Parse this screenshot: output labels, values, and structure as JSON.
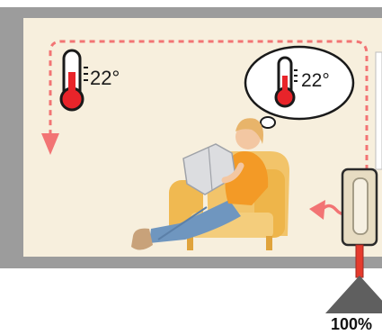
{
  "room_thermometer": {
    "label": "22°"
  },
  "thought_bubble": {
    "label": "22°"
  },
  "output_level": {
    "label": "100%"
  },
  "colors": {
    "wall": "#9c9c9c",
    "room_floor": "#f7efdd",
    "arrow_flow": "#f27474",
    "thermometer_red": "#e8242a",
    "heater_body": "#e7dcc2",
    "pipe_red": "#e53b2d",
    "triangle_gray": "#5f5f5f",
    "armchair": "#f2c46a",
    "shirt_orange": "#f39a26",
    "jeans_blue": "#6f96bf"
  },
  "icons": [
    "thermometer-icon",
    "thought-bubble",
    "heat-wave-arrow",
    "wall-heater",
    "level-triangle"
  ]
}
